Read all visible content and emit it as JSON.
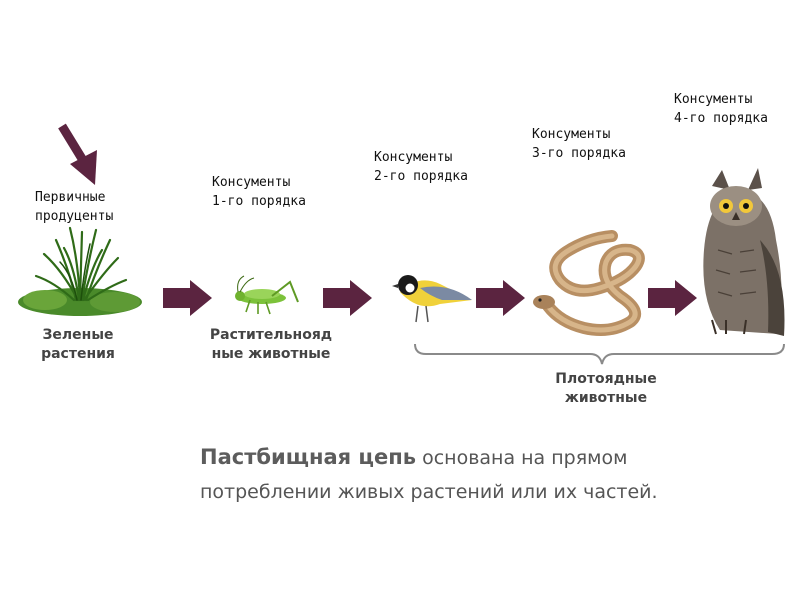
{
  "diagram": {
    "producers": {
      "line1": "Первичные",
      "line2": "продуценты"
    },
    "consumer1": {
      "line1": "Консументы",
      "line2": "1-го порядка"
    },
    "consumer2": {
      "line1": "Консументы",
      "line2": "2-го порядка"
    },
    "consumer3": {
      "line1": "Консументы",
      "line2": "3-го порядка"
    },
    "consumer4": {
      "line1": "Консументы",
      "line2": "4-го порядка"
    },
    "groups": {
      "plants": {
        "line1": "Зеленые",
        "line2": "растения"
      },
      "herbivores": {
        "line1": "Растительнояд",
        "line2": "ные животные"
      },
      "carnivores": {
        "line1": "Плотоядные",
        "line2": "животные"
      }
    },
    "organisms": [
      "grass-icon",
      "grasshopper-icon",
      "bird-icon",
      "snake-icon",
      "owl-icon"
    ],
    "colors": {
      "arrow": "#5b2440",
      "grass": "#3c7a1e",
      "brace": "#8a8a8a"
    }
  },
  "caption": {
    "highlight": "Пастбищная цепь",
    "rest": " основана на прямом потреблении живых растений или их частей."
  }
}
